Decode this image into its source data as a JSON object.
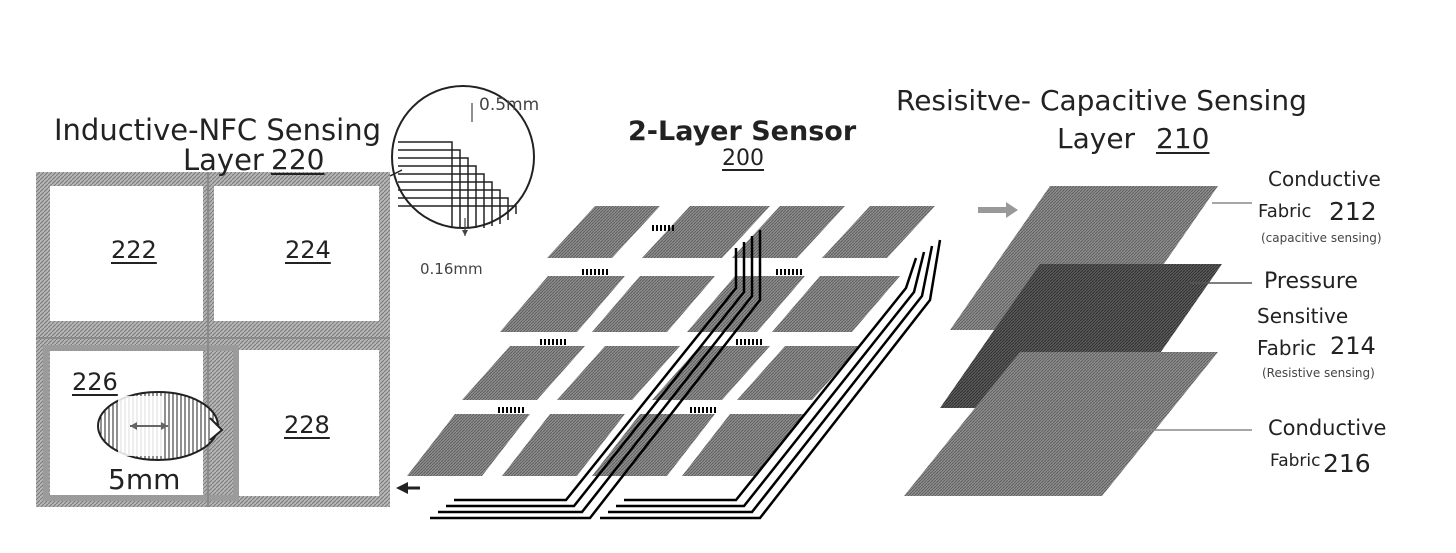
{
  "left_panel": {
    "title_line1": "Inductive-NFC Sensing",
    "title_line2": "Layer",
    "title_ref": "220",
    "cells": [
      "222",
      "224",
      "226",
      "228"
    ],
    "spacing_label": "5mm",
    "zoom_top_label": "0.5mm",
    "zoom_bottom_label": "0.16mm"
  },
  "center_panel": {
    "title": "2-Layer Sensor",
    "ref": "200"
  },
  "right_panel": {
    "title_line1": "Resisitve- Capacitive Sensing",
    "title_line2": "Layer",
    "title_ref": "210",
    "layers": [
      {
        "name_line1": "Conductive",
        "name_line2": "Fabric",
        "ref": "212",
        "note": "(capacitive sensing)"
      },
      {
        "name_line1": "Pressure",
        "name_line2": "Sensitive",
        "name_line3": "Fabric",
        "ref": "214",
        "note": "(Resistive sensing)"
      },
      {
        "name_line1": "Conductive",
        "name_line2": "Fabric",
        "ref": "216"
      }
    ]
  },
  "colors": {
    "hatch_light": "#9a9a9a",
    "hatch_dark": "#555555",
    "coil": "#000000"
  }
}
